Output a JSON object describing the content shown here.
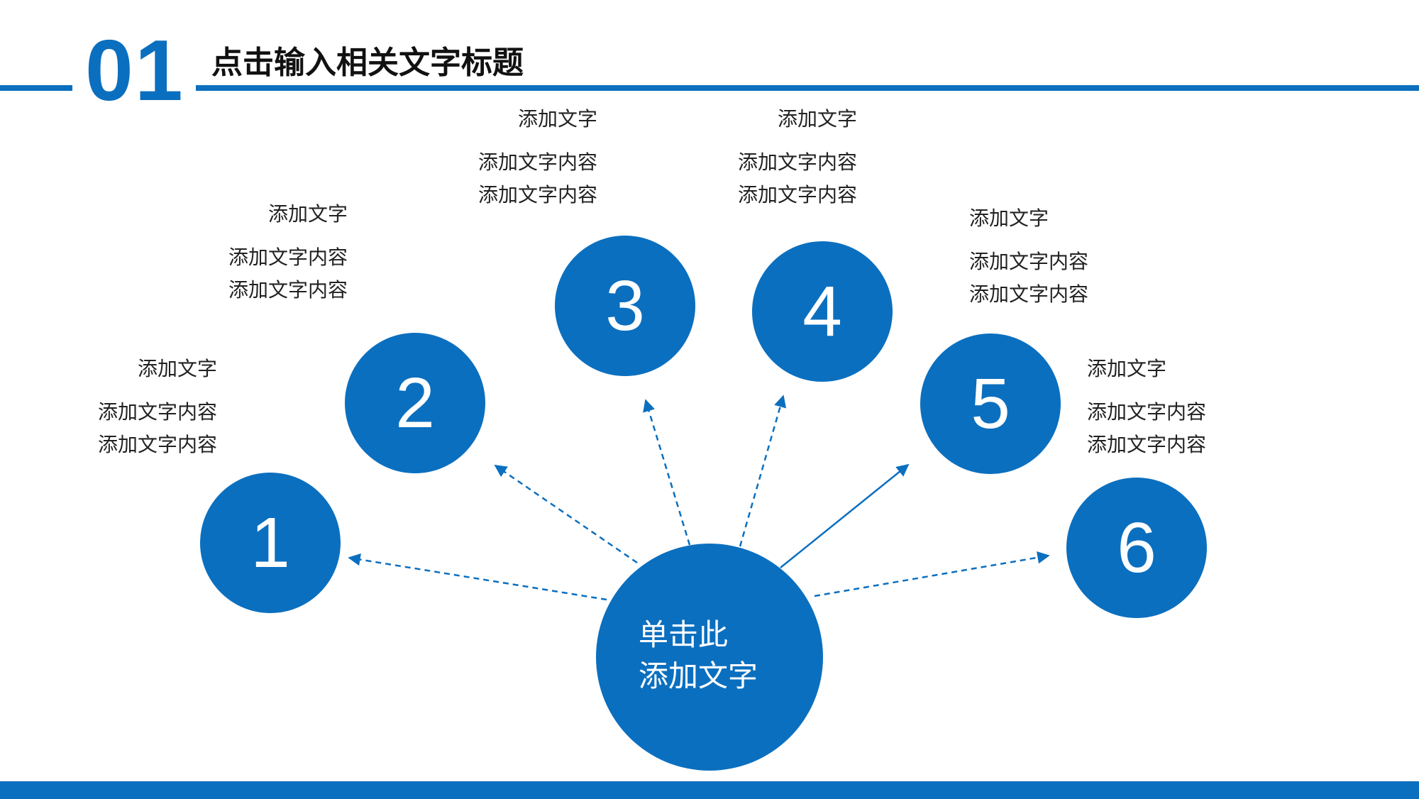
{
  "header": {
    "section_number": "01",
    "title": "点击输入相关文字标题"
  },
  "center": {
    "label_line1": "单击此",
    "label_line2": "添加文字"
  },
  "nodes": [
    {
      "number": "1",
      "title": "添加文字",
      "line1": "添加文字内容",
      "line2": "添加文字内容"
    },
    {
      "number": "2",
      "title": "添加文字",
      "line1": "添加文字内容",
      "line2": "添加文字内容"
    },
    {
      "number": "3",
      "title": "添加文字",
      "line1": "添加文字内容",
      "line2": "添加文字内容"
    },
    {
      "number": "4",
      "title": "添加文字",
      "line1": "添加文字内容",
      "line2": "添加文字内容"
    },
    {
      "number": "5",
      "title": "添加文字",
      "line1": "添加文字内容",
      "line2": "添加文字内容"
    },
    {
      "number": "6",
      "title": "添加文字",
      "line1": "添加文字内容",
      "line2": "添加文字内容"
    }
  ],
  "colors": {
    "accent": "#0b6fbf",
    "text": "#222222",
    "background": "#ffffff"
  }
}
